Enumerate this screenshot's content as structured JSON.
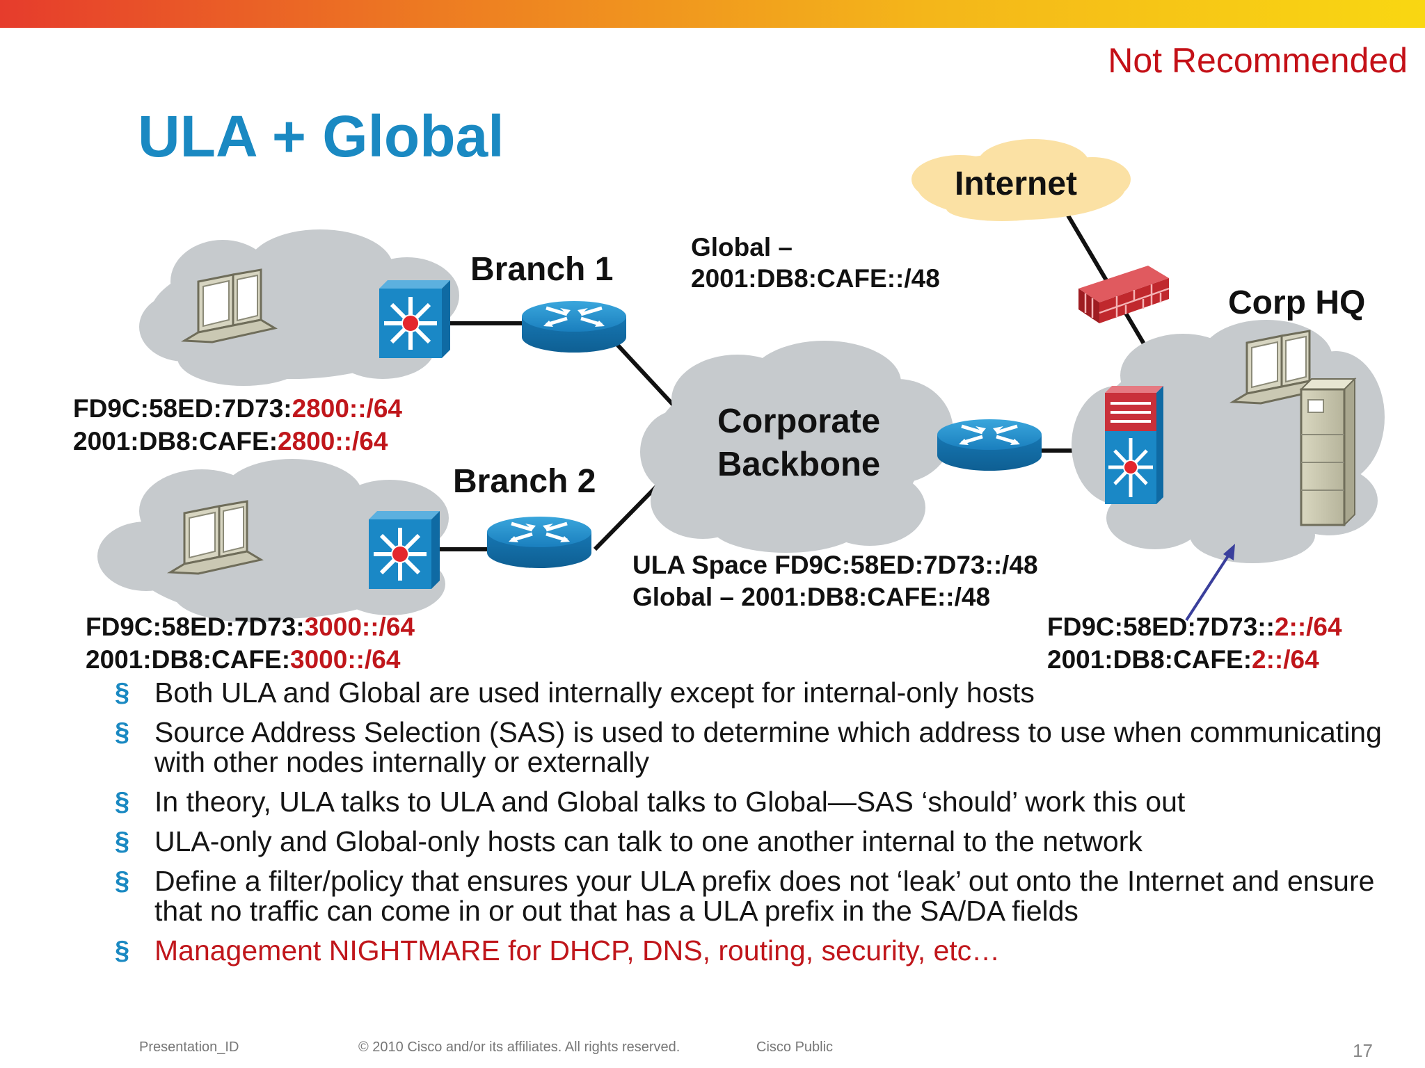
{
  "header": {
    "badge": "Not Recommended",
    "title": "ULA + Global"
  },
  "diagram": {
    "internet": "Internet",
    "branch1": "Branch 1",
    "branch2": "Branch 2",
    "backbone_line1": "Corporate",
    "backbone_line2": "Backbone",
    "corp_hq": "Corp HQ",
    "global_top_line1": "Global –",
    "global_top_line2": "2001:DB8:CAFE::/48",
    "ula_space_line1": "ULA Space FD9C:58ED:7D73::/48",
    "ula_space_line2": "Global – 2001:DB8:CAFE::/48",
    "branch1_addr": {
      "ula_prefix": "FD9C:58ED:7D73:",
      "ula_suffix": "2800::/64",
      "global_prefix": "2001:DB8:CAFE:",
      "global_suffix": "2800::/64"
    },
    "branch2_addr": {
      "ula_prefix": "FD9C:58ED:7D73:",
      "ula_suffix": "3000::/64",
      "global_prefix": "2001:DB8:CAFE:",
      "global_suffix": "3000::/64"
    },
    "hq_addr": {
      "ula_prefix": "FD9C:58ED:7D73::",
      "ula_suffix": "2::/64",
      "global_prefix": "2001:DB8:CAFE:",
      "global_suffix": "2::/64"
    },
    "colors": {
      "cloud": "#c6cacd",
      "internet_cloud": "#fbe1a4",
      "device_blue": "#1a88c6",
      "firewall": "#c0282d",
      "arrow": "#3a3f9c"
    }
  },
  "bullets": [
    "Both ULA and Global are used internally except for internal-only hosts",
    "Source Address Selection (SAS) is used to determine which address to use when communicating with other nodes internally or externally",
    "In theory, ULA talks to ULA and Global talks to Global—SAS ‘should’ work this out",
    "ULA-only and Global-only hosts can talk to one another internal to the network",
    "Define a filter/policy that ensures your ULA prefix does not ‘leak’ out onto the Internet and ensure that no traffic can come in or out that has a ULA prefix in the SA/DA fields",
    "Management NIGHTMARE for DHCP, DNS, routing, security, etc…"
  ],
  "bullet_marker": "§",
  "footer": {
    "presentation_id": "Presentation_ID",
    "copyright": "© 2010 Cisco and/or its affiliates. All rights reserved.",
    "classification": "Cisco Public",
    "page": "17"
  }
}
